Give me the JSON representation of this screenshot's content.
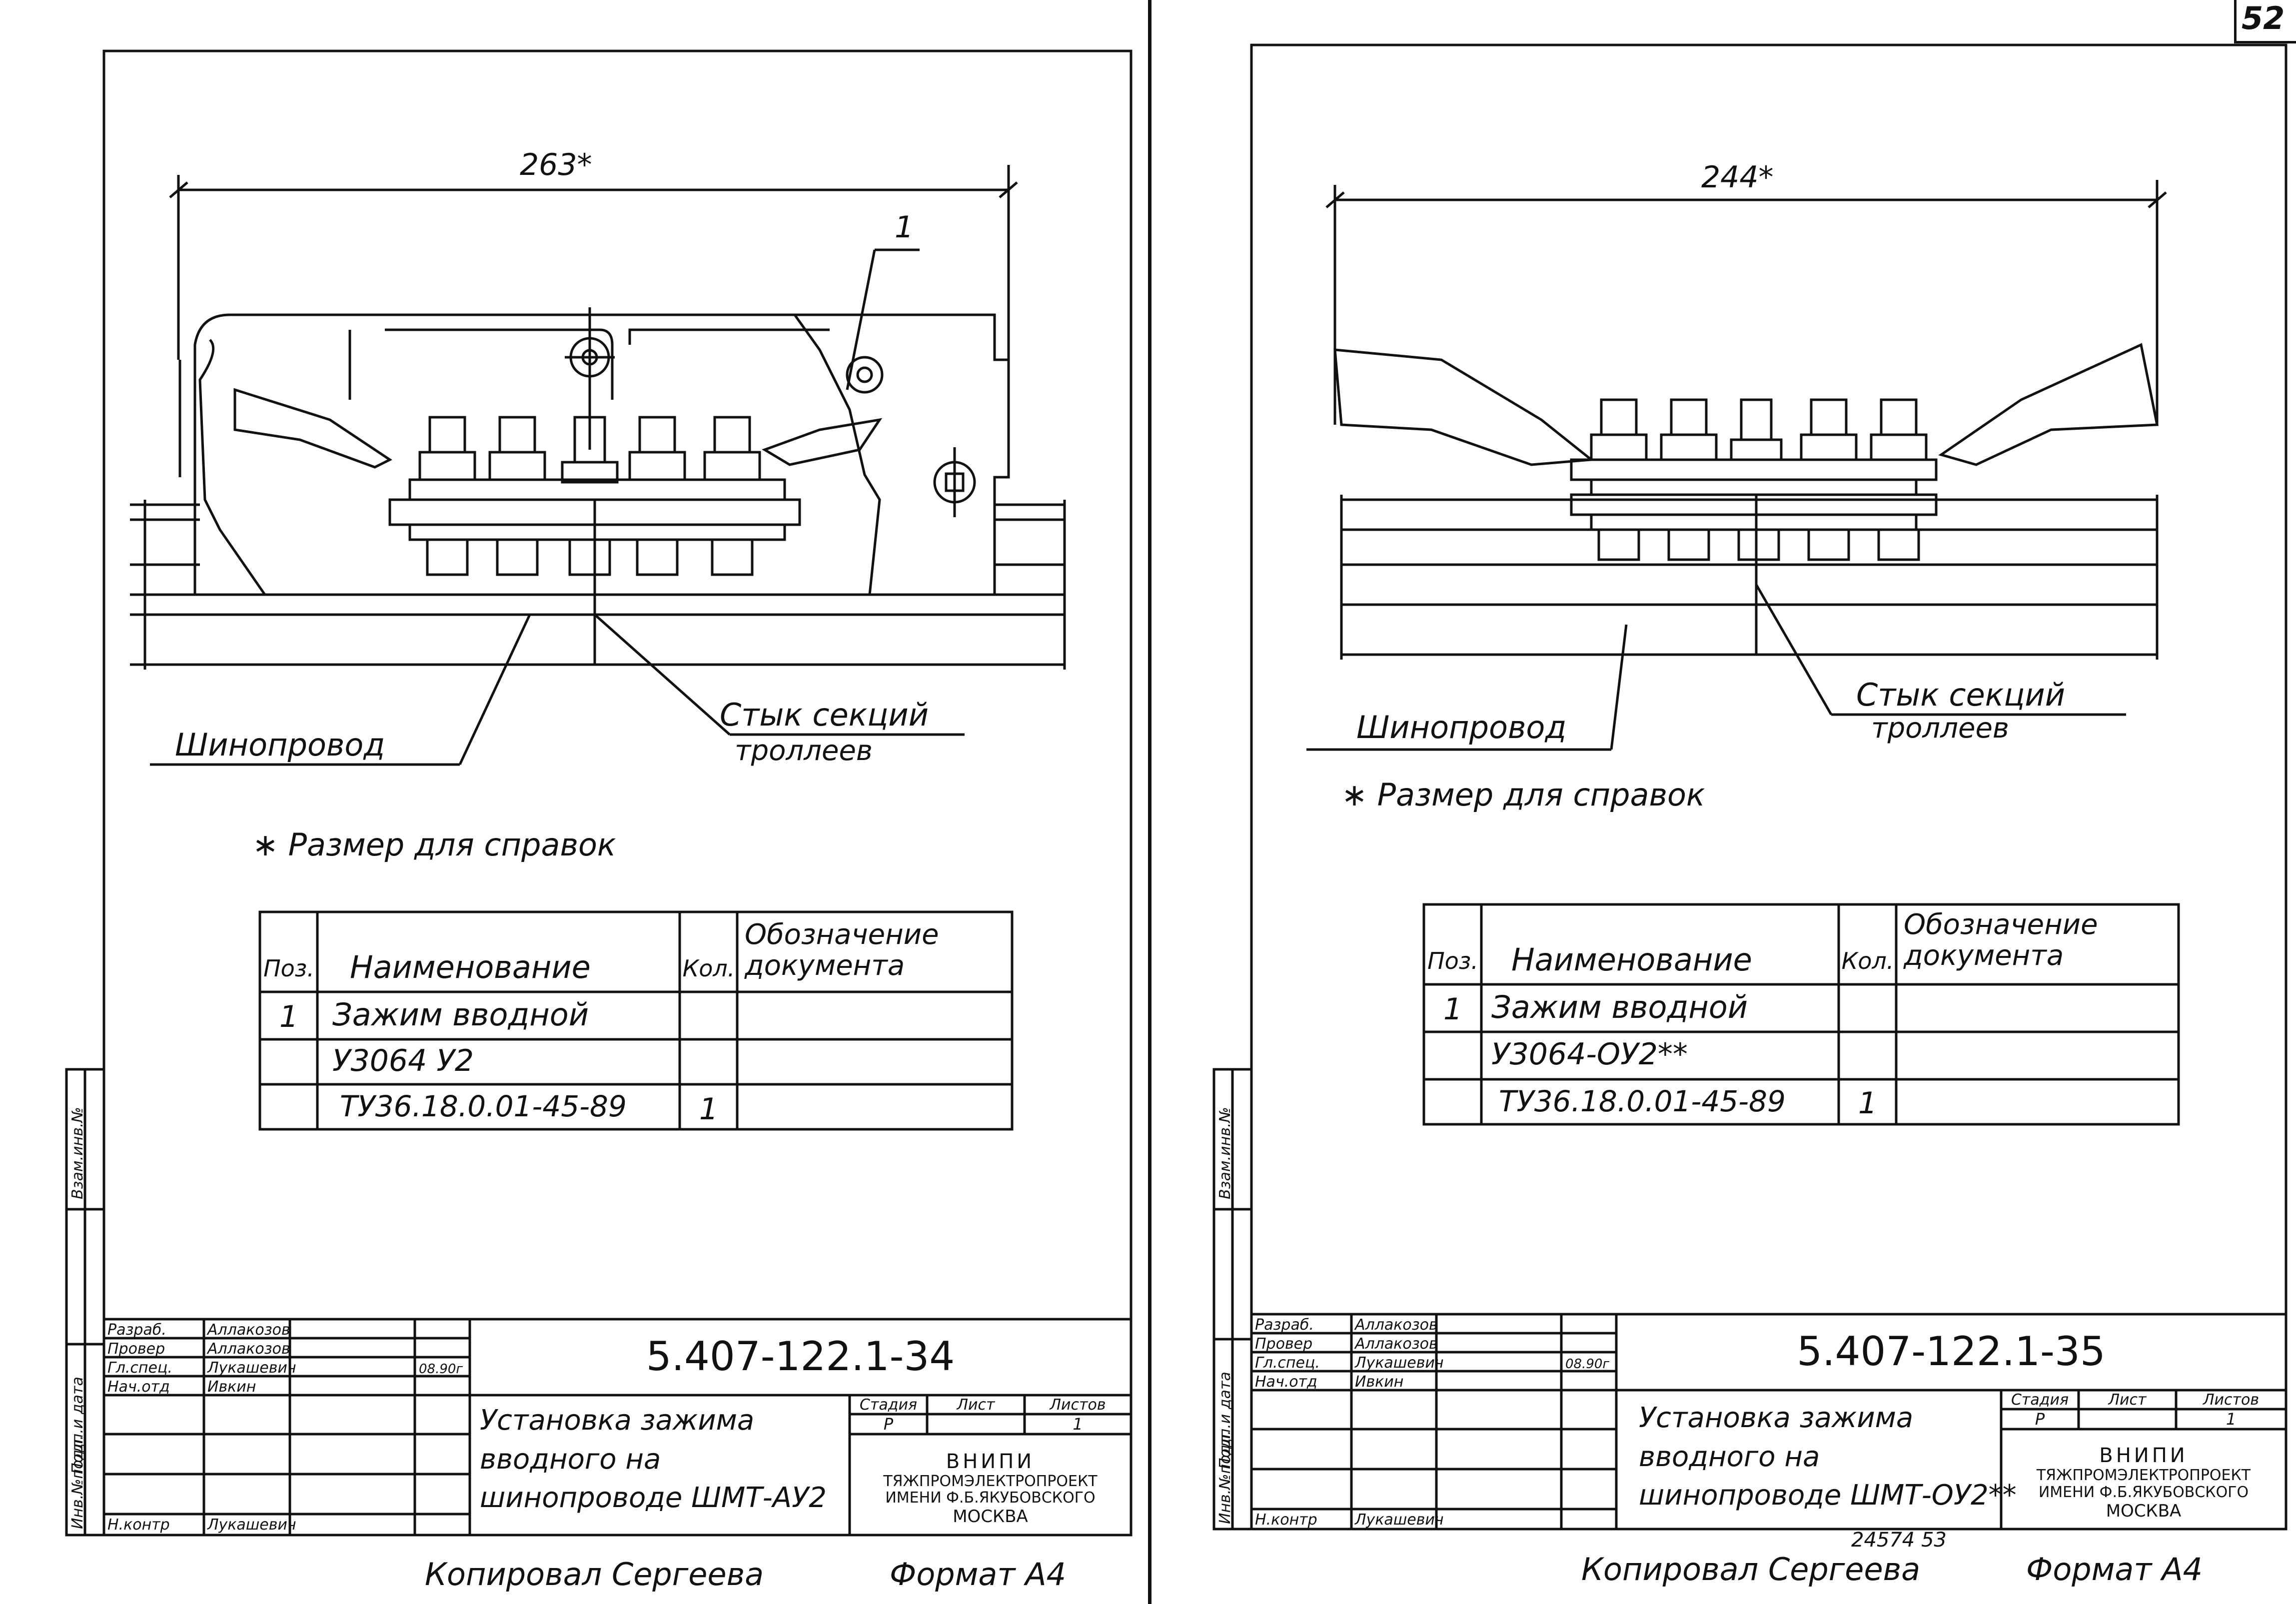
{
  "page_number": "52",
  "sheets": [
    {
      "dimension": "263*",
      "item_callout": "1",
      "label_busway": "Шинопровод",
      "label_joint": "Стык секций",
      "label_joint2": "троллеев",
      "footnote": "∗ Размер для справок",
      "spec_table": {
        "headers": [
          "Поз.",
          "Наименование",
          "Кол.",
          "Обозначение документа"
        ],
        "rows": [
          [
            "1",
            "Зажим вводной",
            "",
            ""
          ],
          [
            "",
            "У3064 У2",
            "",
            ""
          ],
          [
            "",
            "ТУ36.18.0.01-45-89",
            "1",
            ""
          ]
        ]
      },
      "side_labels": [
        "Инв.№подл.",
        "Подп.и дата",
        "Взам.инв.№"
      ],
      "title_block": {
        "roles": [
          "Разраб.",
          "Провер",
          "Гл.спец.",
          "Нач.отд",
          "",
          "",
          "Н.контр"
        ],
        "names": [
          "Аллакозов",
          "Аллакозов",
          "Лукашевич",
          "Ивкин",
          "",
          "",
          "Лукашевич"
        ],
        "date": "08.90г",
        "code": "5.407-122.1-34",
        "title_lines": [
          "Установка зажима",
          "вводного на",
          "шинопроводе ШМТ-АУ2"
        ],
        "stage_headers": [
          "Стадия",
          "Лист",
          "Листов"
        ],
        "stage_values": [
          "Р",
          "",
          "1"
        ],
        "org_lines": [
          "ВНИПИ",
          "ТЯЖПРОМЭЛЕКТРОПРОЕКТ",
          "ИМЕНИ Ф.Б.ЯКУБОВСКОГО",
          "МОСКВА"
        ]
      },
      "copied_by": "Копировал Сергеева",
      "format": "Формат А4",
      "extra_note": ""
    },
    {
      "dimension": "244*",
      "item_callout": "",
      "label_busway": "Шинопровод",
      "label_joint": "Стык секций",
      "label_joint2": "троллеев",
      "footnote": "∗ Размер для справок",
      "spec_table": {
        "headers": [
          "Поз.",
          "Наименование",
          "Кол.",
          "Обозначение документа"
        ],
        "rows": [
          [
            "1",
            "Зажим вводной",
            "",
            ""
          ],
          [
            "",
            "У3064-ОУ2**",
            "",
            ""
          ],
          [
            "",
            "ТУ36.18.0.01-45-89",
            "1",
            ""
          ]
        ]
      },
      "side_labels": [
        "Инв.№подл.",
        "Подп.и дата",
        "Взам.инв.№"
      ],
      "title_block": {
        "roles": [
          "Разраб.",
          "Провер",
          "Гл.спец.",
          "Нач.отд",
          "",
          "",
          "Н.контр"
        ],
        "names": [
          "Аллакозов",
          "Аллакозов",
          "Лукашевич",
          "Ивкин",
          "",
          "",
          "Лукашевич"
        ],
        "date": "08.90г",
        "code": "5.407-122.1-35",
        "title_lines": [
          "Установка зажима",
          "вводного на",
          "шинопроводе ШМТ-ОУ2**"
        ],
        "stage_headers": [
          "Стадия",
          "Лист",
          "Листов"
        ],
        "stage_values": [
          "Р",
          "",
          "1"
        ],
        "org_lines": [
          "ВНИПИ",
          "ТЯЖПРОМЭЛЕКТРОПРОЕКТ",
          "ИМЕНИ Ф.Б.ЯКУБОВСКОГО",
          "МОСКВА"
        ]
      },
      "copied_by": "Копировал Сергеева",
      "format": "Формат А4",
      "extra_note": "24574  53"
    }
  ]
}
